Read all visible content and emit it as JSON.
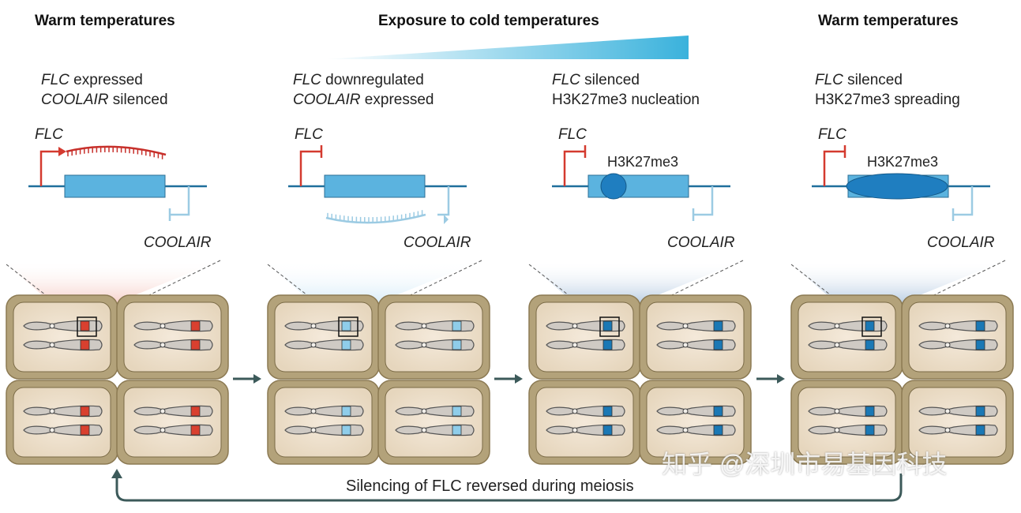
{
  "headers": {
    "left": "Warm temperatures",
    "middle": "Exposure to cold temperatures",
    "right": "Warm temperatures"
  },
  "stages": [
    {
      "line1_gene": "FLC",
      "line1_rest": " expressed",
      "line2_gene": "COOLAIR",
      "line2_rest": " silenced",
      "flc_label": "FLC",
      "coolair_label": "COOLAIR",
      "mark_label": "",
      "state": "FLC active, COOLAIR off",
      "flc_color": "#d43a2f",
      "coolair_color": "#9ccbe3",
      "band_color": "#d9402f"
    },
    {
      "line1_gene": "FLC",
      "line1_rest": " downregulated",
      "line2_gene": "COOLAIR",
      "line2_rest": " expressed",
      "flc_label": "FLC",
      "coolair_label": "COOLAIR",
      "mark_label": "",
      "state": "FLC off, COOLAIR active",
      "flc_color": "#d43a2f",
      "coolair_color": "#9ccbe3",
      "band_color": "#8fcdea"
    },
    {
      "line1_gene": "FLC",
      "line1_rest": " silenced",
      "line2_gene": "",
      "line2_rest": "H3K27me3 nucleation",
      "flc_label": "FLC",
      "coolair_label": "COOLAIR",
      "mark_label": "H3K27me3",
      "state": "nucleation",
      "flc_color": "#d43a2f",
      "coolair_color": "#9ccbe3",
      "band_color": "#1a78b5"
    },
    {
      "line1_gene": "FLC",
      "line1_rest": " silenced",
      "line2_gene": "",
      "line2_rest": "H3K27me3 spreading",
      "flc_label": "FLC",
      "coolair_label": "COOLAIR",
      "mark_label": "H3K27me3",
      "state": "spreading",
      "flc_color": "#d43a2f",
      "coolair_color": "#9ccbe3",
      "band_color": "#1a78b5"
    }
  ],
  "bottom_label": "Silencing of FLC reversed during meiosis",
  "watermark": "知乎 @深圳市易基因科技",
  "colors": {
    "gene_box": "#5bb3df",
    "dna_line": "#1f6f9c",
    "cell_wall": "#b3a27a",
    "cell_inner": "#ede0cd",
    "arrow": "#3c5a5a",
    "cold_gradient": "#3ab2dc"
  }
}
